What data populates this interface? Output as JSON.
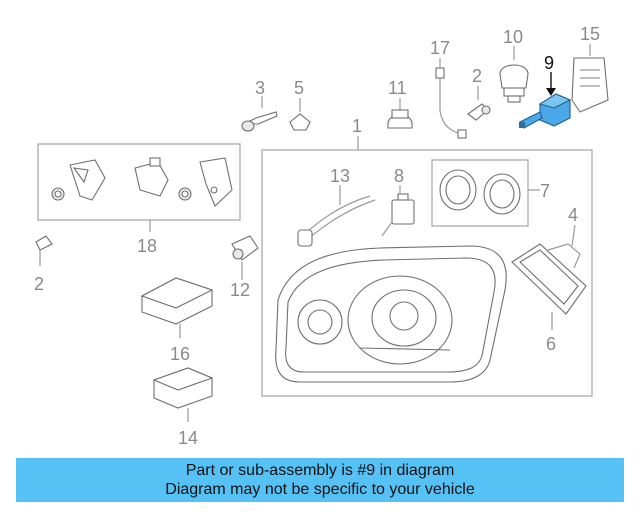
{
  "callouts": {
    "c1": "1",
    "c2a": "2",
    "c2b": "2",
    "c3": "3",
    "c4": "4",
    "c5": "5",
    "c6": "6",
    "c7": "7",
    "c8": "8",
    "c9": "9",
    "c10": "10",
    "c11": "11",
    "c12": "12",
    "c13": "13",
    "c14": "14",
    "c15": "15",
    "c16": "16",
    "c17": "17",
    "c18": "18"
  },
  "highlighted_part": "9",
  "colors": {
    "highlight_fill": "#4aa8e8",
    "caption_bg": "#56c1f5",
    "line_gray": "#9a9a9a"
  },
  "caption": {
    "line1": "Part or sub-assembly is #9 in diagram",
    "line2": "Diagram may not be specific to your vehicle"
  }
}
